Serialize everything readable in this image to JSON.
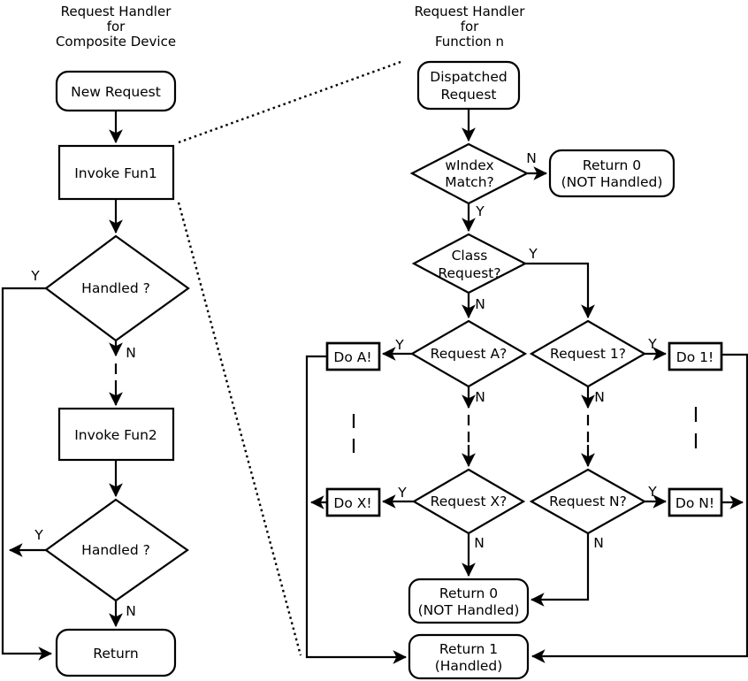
{
  "left_chart": {
    "title": {
      "line1": "Request Handler",
      "line2": "for",
      "line3": "Composite Device"
    },
    "new_request": "New Request",
    "invoke_fun1": "Invoke Fun1",
    "handled_1": "Handled ?",
    "invoke_fun2": "Invoke Fun2",
    "handled_2": "Handled ?",
    "return_node": "Return"
  },
  "right_chart": {
    "title": {
      "line1": "Request Handler",
      "line2": "for",
      "line3": "Function n"
    },
    "dispatched": {
      "line1": "Dispatched",
      "line2": "Request"
    },
    "windex": {
      "line1": "wIndex",
      "line2": "Match?"
    },
    "return0_top": {
      "line1": "Return 0",
      "line2": "(NOT Handled)"
    },
    "class_request": {
      "line1": "Class",
      "line2": "Request?"
    },
    "request_a": "Request A?",
    "request_1": "Request 1?",
    "do_a": "Do A!",
    "do_1": "Do 1!",
    "request_x": "Request X?",
    "request_n": "Request N?",
    "do_x": "Do X!",
    "do_n": "Do N!",
    "return0_bottom": {
      "line1": "Return 0",
      "line2": "(NOT Handled)"
    },
    "return1": {
      "line1": "Return 1",
      "line2": "(Handled)"
    }
  },
  "labels": {
    "yes": "Y",
    "no": "N"
  },
  "colors": {
    "line": "#000000",
    "text": "#000000",
    "background": "#ffffff"
  }
}
